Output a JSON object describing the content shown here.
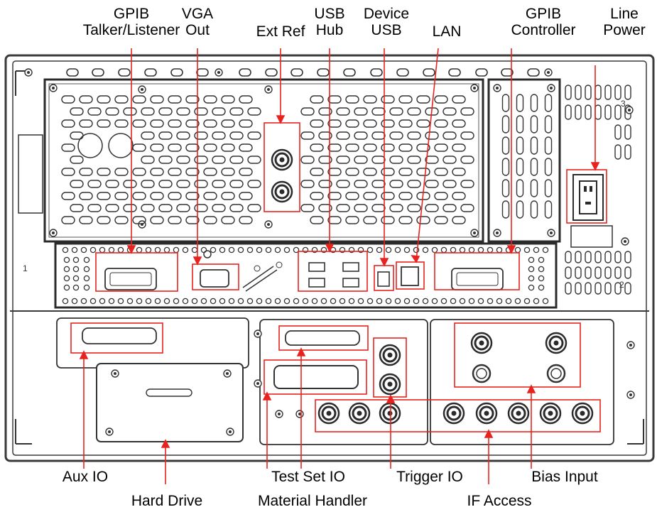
{
  "top_labels": [
    {
      "id": "gpib-talker",
      "lines": [
        "GPIB",
        "Talker/Listener"
      ]
    },
    {
      "id": "vga-out",
      "lines": [
        "VGA",
        "Out"
      ]
    },
    {
      "id": "ext-ref",
      "lines": [
        "Ext Ref"
      ]
    },
    {
      "id": "usb-hub",
      "lines": [
        "USB",
        "Hub"
      ]
    },
    {
      "id": "device-usb",
      "lines": [
        "Device",
        "USB"
      ]
    },
    {
      "id": "lan",
      "lines": [
        "LAN"
      ]
    },
    {
      "id": "gpib-controller",
      "lines": [
        "GPIB",
        "Controller"
      ]
    },
    {
      "id": "line-power",
      "lines": [
        "Line",
        "Power"
      ]
    }
  ],
  "bottom_labels": [
    {
      "id": "aux-io",
      "text": "Aux IO"
    },
    {
      "id": "test-set-io",
      "text": "Test Set IO"
    },
    {
      "id": "trigger-io",
      "text": "Trigger IO"
    },
    {
      "id": "bias-input",
      "text": "Bias Input"
    },
    {
      "id": "hard-drive",
      "text": "Hard Drive"
    },
    {
      "id": "material-handler",
      "text": "Material Handler"
    },
    {
      "id": "if-access",
      "text": "IF Access"
    }
  ],
  "panel_marks": [
    "1",
    "2",
    "3"
  ],
  "colors": {
    "callout": "#e8231f",
    "outline": "#3a3a3a",
    "panel_fill": "#ffffff",
    "dark": "#2b2b2b"
  }
}
